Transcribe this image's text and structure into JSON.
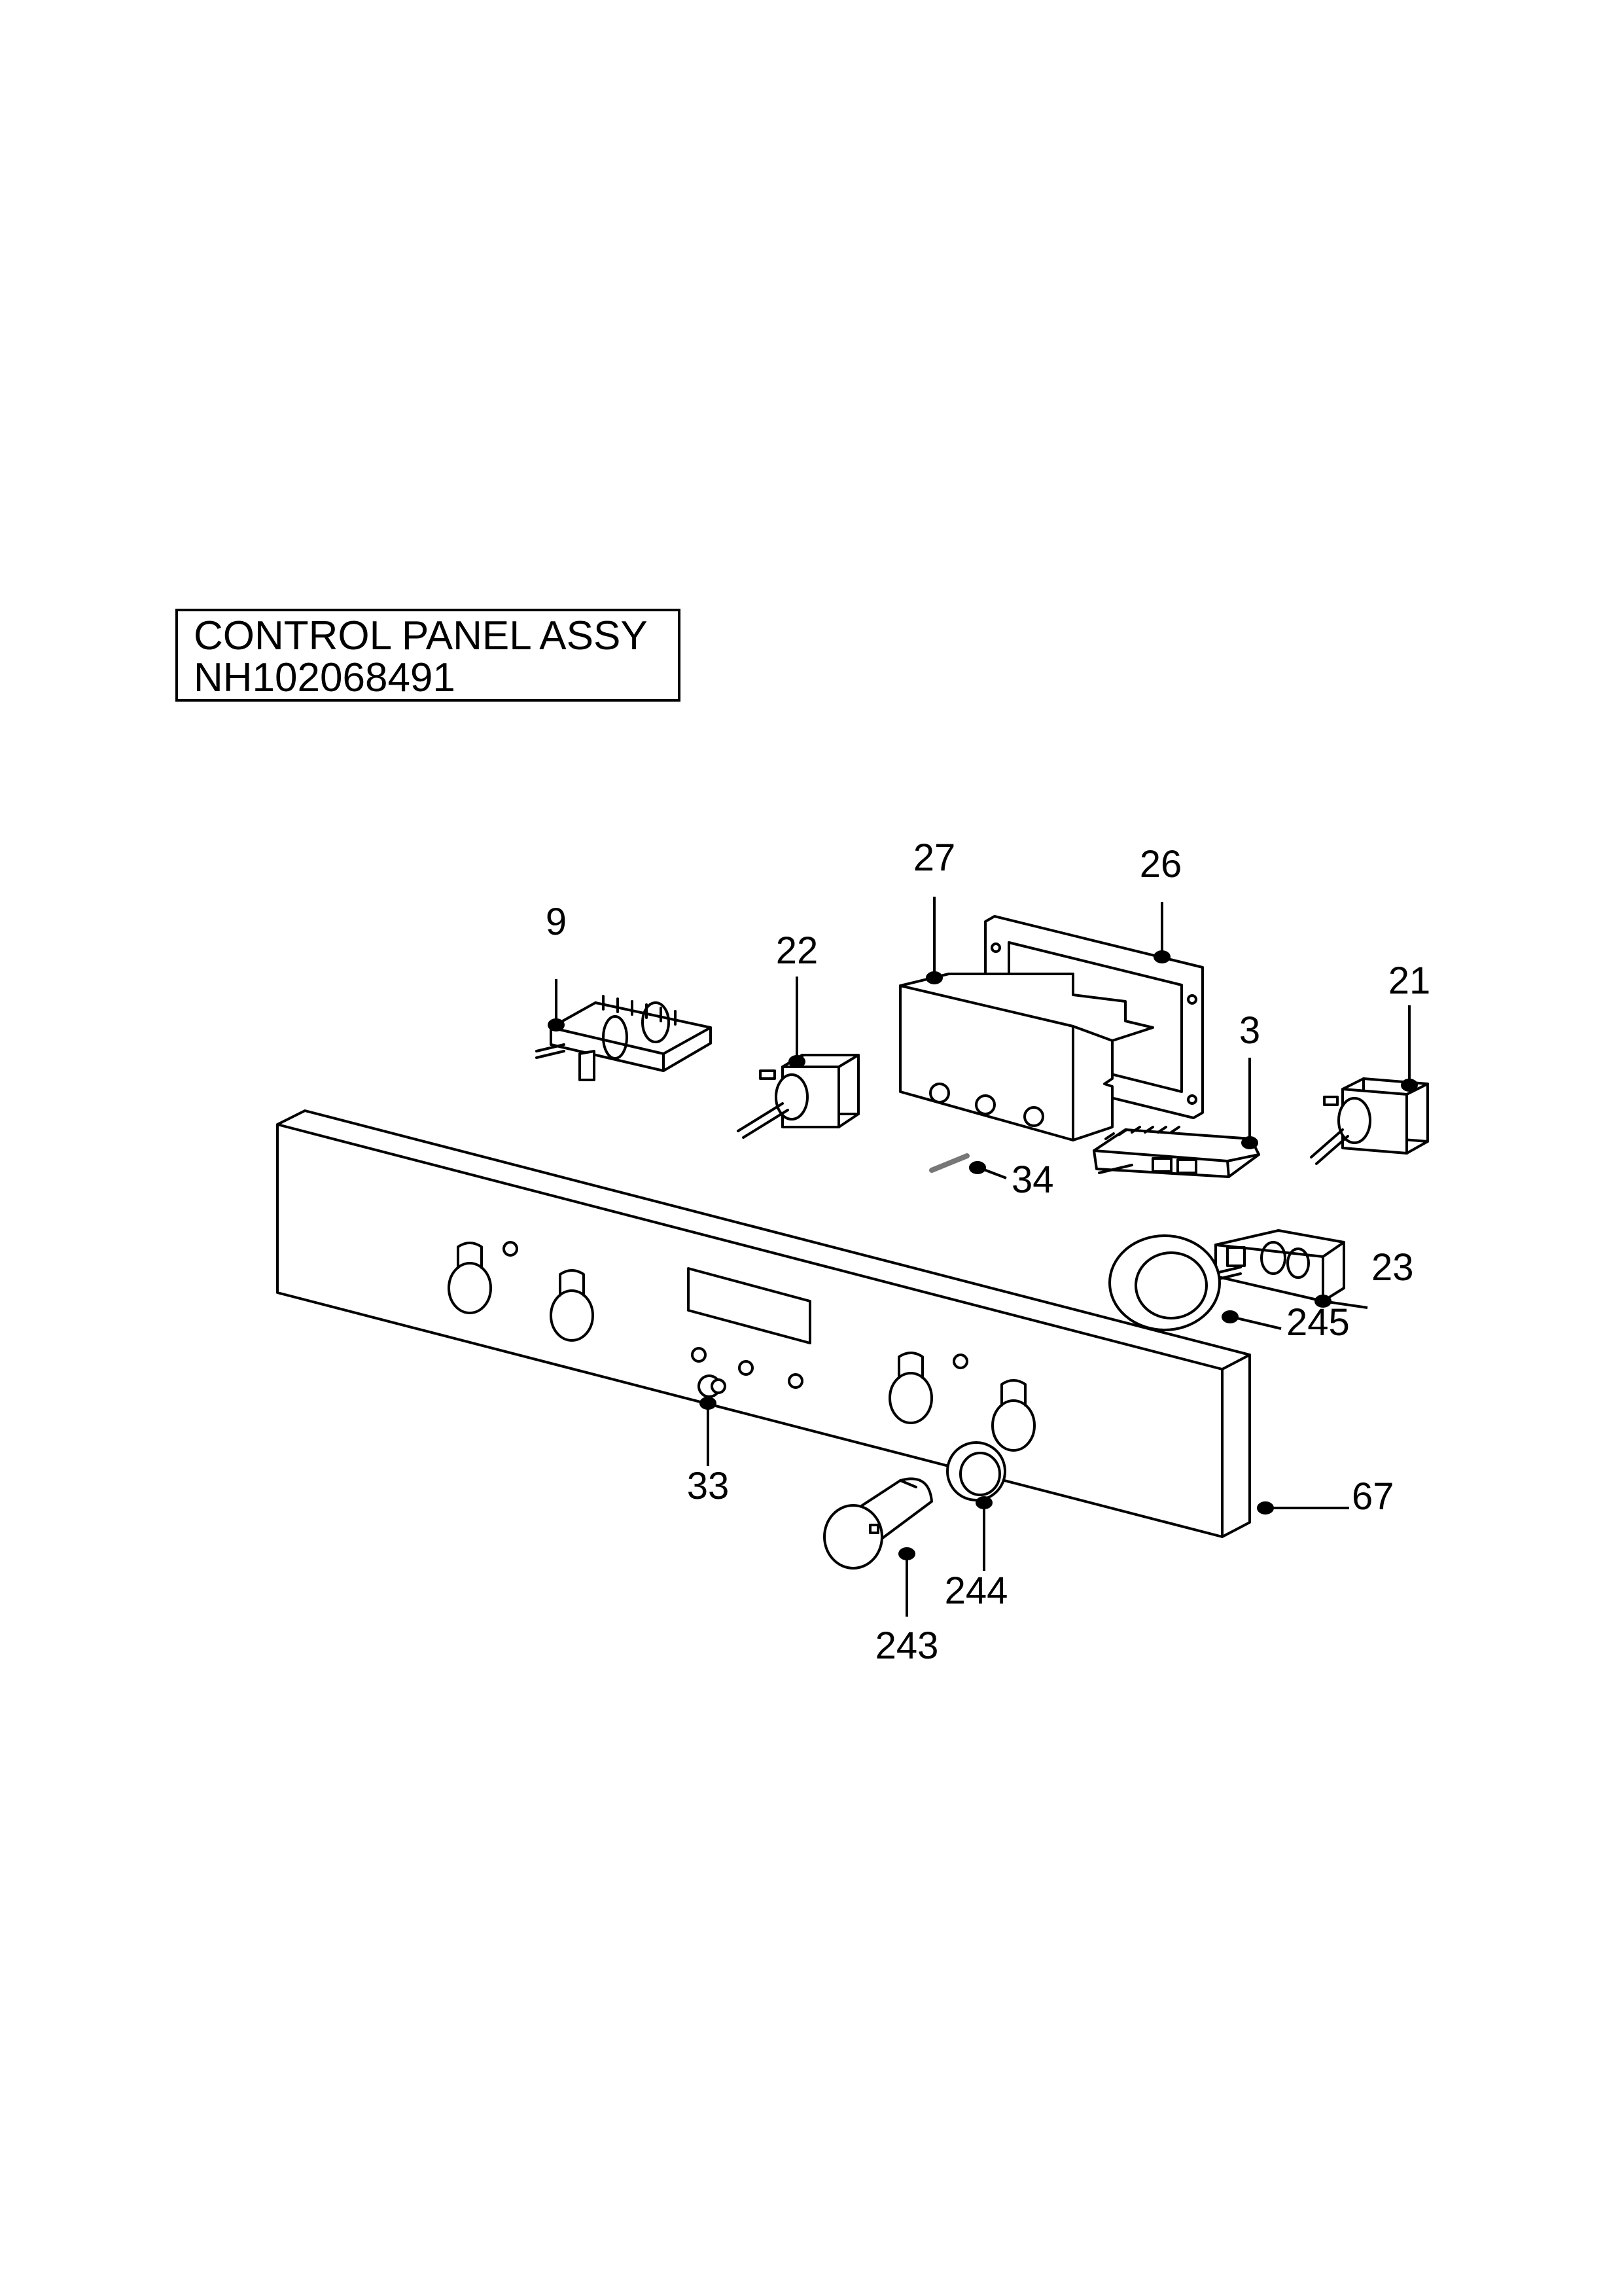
{
  "title": {
    "line1": "CONTROL PANEL ASSY",
    "line2": "NH102068491"
  },
  "callouts": [
    {
      "id": "c9",
      "text": "9"
    },
    {
      "id": "c22",
      "text": "22"
    },
    {
      "id": "c27",
      "text": "27"
    },
    {
      "id": "c26",
      "text": "26"
    },
    {
      "id": "c3",
      "text": "3"
    },
    {
      "id": "c21",
      "text": "21"
    },
    {
      "id": "c34",
      "text": "34"
    },
    {
      "id": "c23",
      "text": "23"
    },
    {
      "id": "c245",
      "text": "245"
    },
    {
      "id": "c33",
      "text": "33"
    },
    {
      "id": "c67",
      "text": "67"
    },
    {
      "id": "c244",
      "text": "244"
    },
    {
      "id": "c243",
      "text": "243"
    }
  ]
}
